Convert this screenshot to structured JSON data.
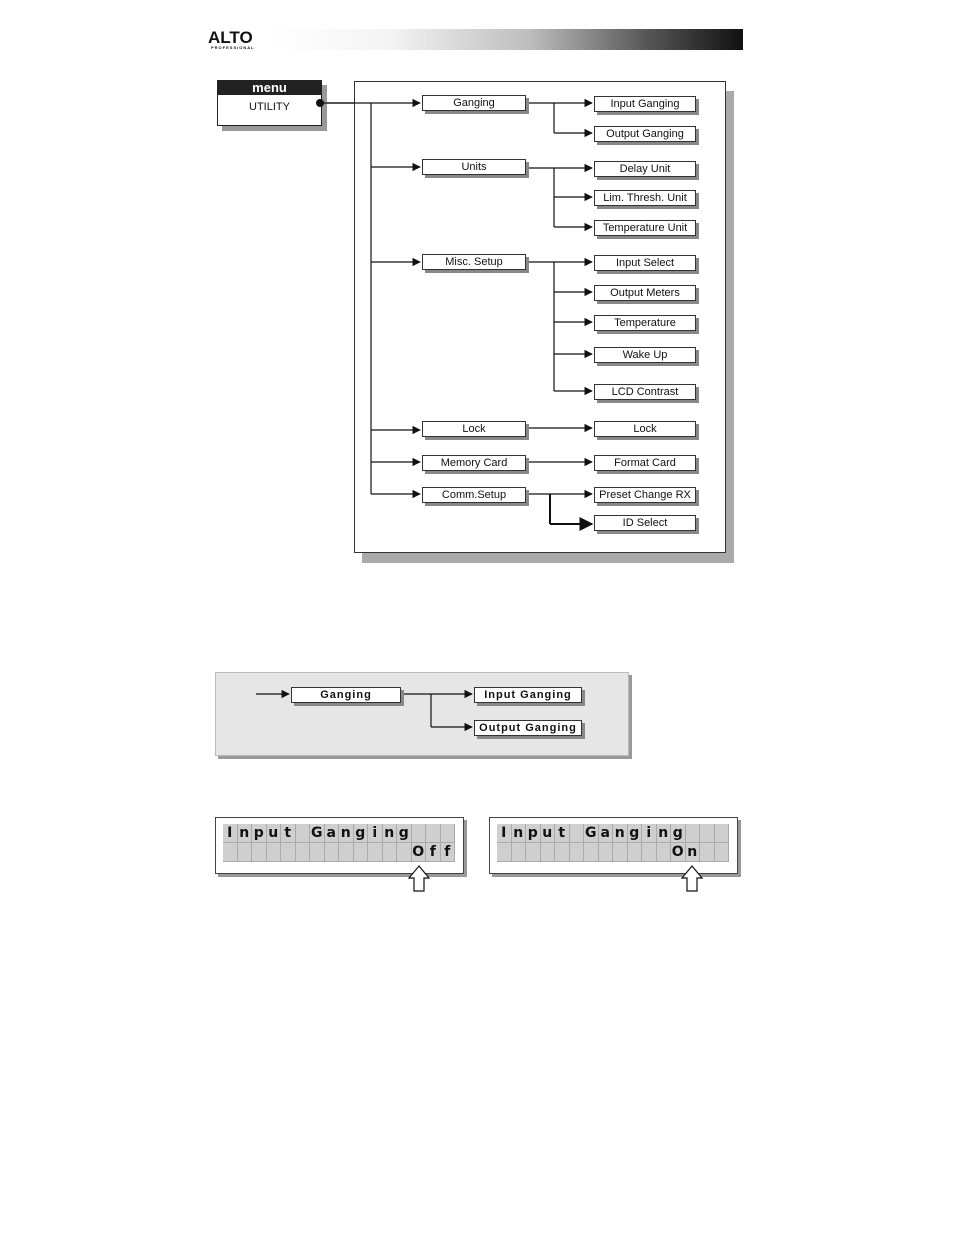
{
  "header": {
    "brand": "ALTO",
    "brand_sub": "PROFESSIONAL"
  },
  "menu": {
    "title": "menu",
    "item": "UTILITY"
  },
  "tree": {
    "ganging": {
      "label": "Ganging",
      "children": [
        "Input Ganging",
        "Output Ganging"
      ]
    },
    "units": {
      "label": "Units",
      "children": [
        "Delay Unit",
        "Lim. Thresh. Unit",
        "Temperature Unit"
      ]
    },
    "misc": {
      "label": "Misc. Setup",
      "children": [
        "Input Select",
        "Output Meters",
        "Temperature",
        "Wake Up",
        "LCD Contrast"
      ]
    },
    "lock": {
      "label": "Lock",
      "children": [
        "Lock"
      ]
    },
    "memory": {
      "label": "Memory Card",
      "children": [
        "Format Card"
      ]
    },
    "comm": {
      "label": "Comm.Setup",
      "children": [
        "Preset Change RX",
        "ID Select"
      ]
    }
  },
  "detail": {
    "parent": "Ganging",
    "children": [
      "Input Ganging",
      "Output Ganging"
    ]
  },
  "lcd_off": {
    "row1": [
      "I",
      "n",
      "p",
      "u",
      "t",
      "",
      "G",
      "a",
      "n",
      "g",
      "i",
      "n",
      "g",
      "",
      "",
      ""
    ],
    "row2": [
      "",
      "",
      "",
      "",
      "",
      "",
      "",
      "",
      "",
      "",
      "",
      "",
      "",
      "O",
      "f",
      "f"
    ]
  },
  "lcd_on": {
    "row1": [
      "I",
      "n",
      "p",
      "u",
      "t",
      "",
      "G",
      "a",
      "n",
      "g",
      "i",
      "n",
      "g",
      "",
      "",
      ""
    ],
    "row2": [
      "",
      "",
      "",
      "",
      "",
      "",
      "",
      "",
      "",
      "",
      "",
      "",
      "O",
      "n",
      "",
      ""
    ]
  }
}
